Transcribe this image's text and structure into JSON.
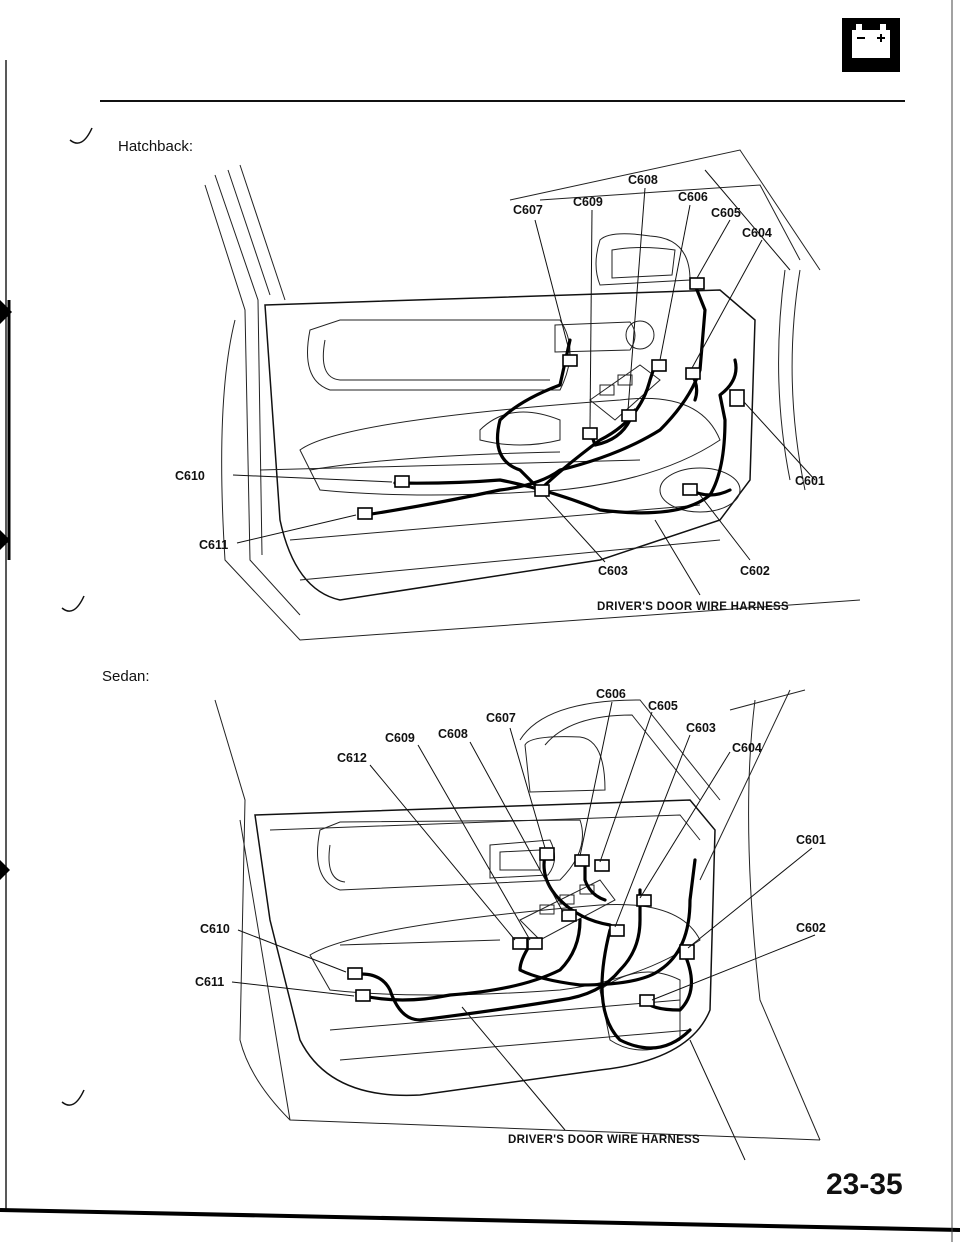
{
  "page": {
    "page_number": "23-35",
    "icon": "battery-icon"
  },
  "hatchback": {
    "label": "Hatchback:",
    "harness_label": "DRIVER'S DOOR WIRE HARNESS",
    "connectors": {
      "c601": "C601",
      "c602": "C602",
      "c603": "C603",
      "c604": "C604",
      "c605": "C605",
      "c606": "C606",
      "c607": "C607",
      "c608": "C608",
      "c609": "C609",
      "c610": "C610",
      "c611": "C611"
    }
  },
  "sedan": {
    "label": "Sedan:",
    "harness_label": "DRIVER'S DOOR WIRE HARNESS",
    "connectors": {
      "c601": "C601",
      "c602": "C602",
      "c603": "C603",
      "c604": "C604",
      "c605": "C605",
      "c606": "C606",
      "c607": "C607",
      "c608": "C608",
      "c609": "C609",
      "c610": "C610",
      "c611": "C611",
      "c612": "C612"
    }
  }
}
